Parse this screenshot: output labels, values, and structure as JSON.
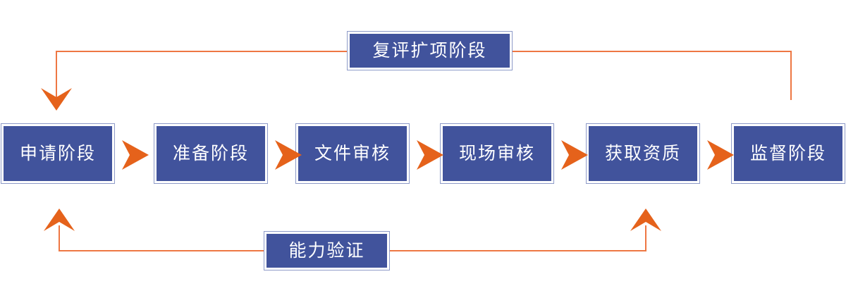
{
  "diagram": {
    "title_text": "",
    "colors": {
      "node_fill": "#41539C",
      "node_border": "#8D9AC8",
      "node_text": "#FFFFFF",
      "connector_line": "#EE7743",
      "chevron_arrow": "#E5621B",
      "background": "#FFFFFF"
    },
    "top_feedback": {
      "label": "复评扩项阶段",
      "name": "re-evaluation-expansion-stage"
    },
    "bottom_feedback": {
      "label": "能力验证",
      "name": "capability-verification"
    },
    "stages": [
      {
        "label": "申请阶段",
        "name": "application-stage"
      },
      {
        "label": "准备阶段",
        "name": "preparation-stage"
      },
      {
        "label": "文件审核",
        "name": "document-review"
      },
      {
        "label": "现场审核",
        "name": "on-site-audit"
      },
      {
        "label": "获取资质",
        "name": "obtain-qualification"
      },
      {
        "label": "监督阶段",
        "name": "supervision-stage"
      }
    ],
    "connectors": [
      {
        "name": "chevron-1",
        "glyph": "❯"
      },
      {
        "name": "chevron-2",
        "glyph": "❯"
      },
      {
        "name": "chevron-3",
        "glyph": "❯"
      },
      {
        "name": "chevron-4",
        "glyph": "❯"
      },
      {
        "name": "chevron-5",
        "glyph": "❯"
      }
    ]
  }
}
